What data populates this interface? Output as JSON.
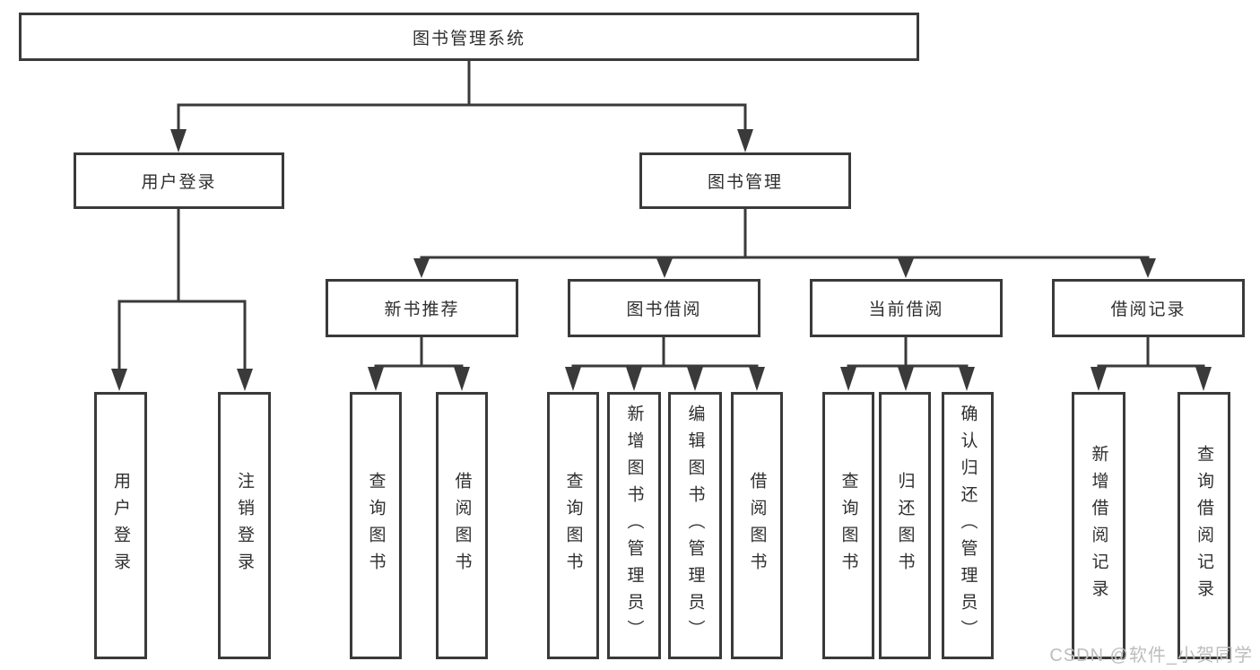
{
  "diagram": {
    "root": {
      "label": "图书管理系统"
    },
    "level2": [
      {
        "label": "用户登录"
      },
      {
        "label": "图书管理"
      }
    ],
    "level3": [
      {
        "label": "新书推荐"
      },
      {
        "label": "图书借阅"
      },
      {
        "label": "当前借阅"
      },
      {
        "label": "借阅记录"
      }
    ],
    "leaves": {
      "user_login": [
        {
          "label": "用户登录"
        },
        {
          "label": "注销登录"
        }
      ],
      "new_book_recommend": [
        {
          "label": "查询图书"
        },
        {
          "label": "借阅图书"
        }
      ],
      "book_borrowing": [
        {
          "label": "查询图书"
        },
        {
          "label": "新增图书（管理员）"
        },
        {
          "label": "编辑图书（管理员）"
        },
        {
          "label": "借阅图书"
        }
      ],
      "current_borrowing": [
        {
          "label": "查询图书"
        },
        {
          "label": "归还图书"
        },
        {
          "label": "确认归还（管理员）"
        }
      ],
      "borrowing_records": [
        {
          "label": "新增借阅记录"
        },
        {
          "label": "查询借阅记录"
        }
      ]
    }
  },
  "watermark": {
    "text": "CSDN @软件_小贺同学"
  },
  "colors": {
    "line": "#3a3a3a",
    "text": "#2f2f2f",
    "watermark": "#bdbdbd",
    "background": "#ffffff"
  }
}
